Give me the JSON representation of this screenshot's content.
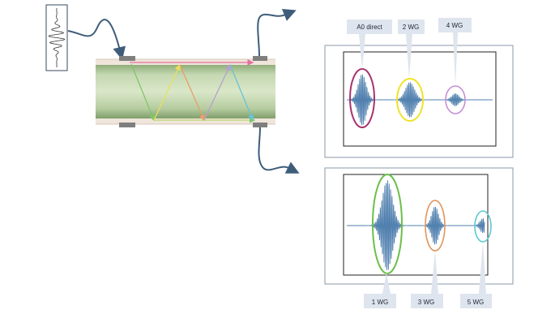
{
  "labels": {
    "a0_direct": "A0 direct",
    "wg2": "2 WG",
    "wg4": "4 WG",
    "wg1": "1 WG",
    "wg3": "3 WG",
    "wg5": "5 WG"
  },
  "colors": {
    "pipe_outer": "#efe5da",
    "pipe_inner_mid": "#d9e7c8",
    "pipe_inner_dark": "#8fae79",
    "transducer": "#7f7f7f",
    "cable": "#3e5d7a",
    "signal": "#4f7fae",
    "callout_fill": "#dfe5ee",
    "ring_a0": "#a8326e",
    "ring_2wg": "#f0e22a",
    "ring_4wg": "#c389d4",
    "ring_1wg": "#6cbf4a",
    "ring_3wg": "#e1955a",
    "ring_5wg": "#5ac9cf",
    "path_green": "#7fc66a",
    "path_yellow": "#e8e05a",
    "path_orange": "#ea9d6a",
    "path_purple": "#b79fcf",
    "path_cyan": "#66c4d6",
    "path_pink": "#e26fa0"
  },
  "icons": {
    "excitation": "burst-pulse-icon",
    "transducer": "piezo-transducer-icon"
  }
}
